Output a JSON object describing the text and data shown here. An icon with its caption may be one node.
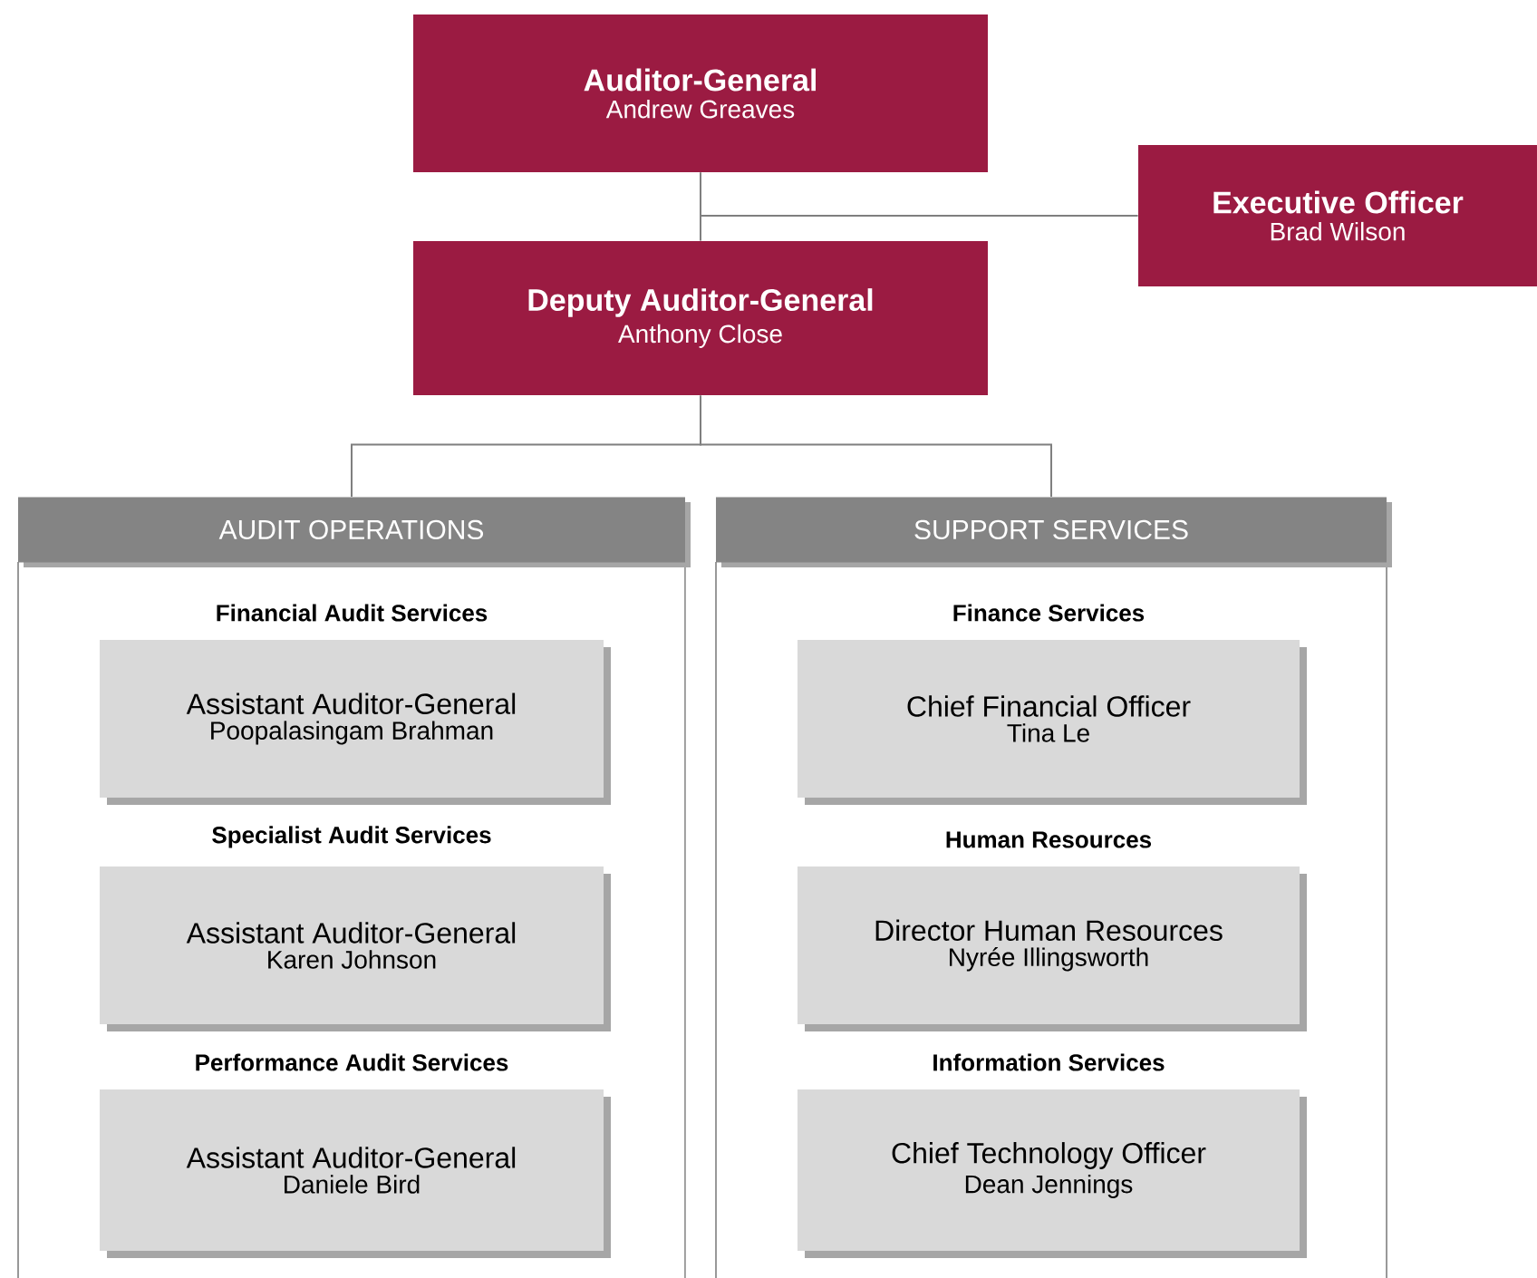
{
  "diagram": {
    "nodes": [
      {
        "text": [
          "Auditor-General",
          "Andrew Greaves"
        ]
      },
      {
        "text": [
          "Executive Officer",
          "Brad Wilson"
        ]
      },
      {
        "text": [
          "Deputy Auditor-General",
          "Anthony Close"
        ]
      },
      {
        "text": [
          "AUDIT OPERATIONS"
        ]
      },
      {
        "text": [
          "Financial Audit Services",
          "Assistant Auditor-General",
          "Poopalasingam Brahman"
        ],
        "in": 3
      },
      {
        "text": [
          "Specialist Audit Services",
          "Assistant Auditor-General",
          "Karen Johnson"
        ],
        "in": 3
      },
      {
        "text": [
          "Performance Audit Services",
          "Assistant Auditor-General",
          "Daniele Bird"
        ],
        "in": 3
      },
      {
        "text": [
          "SUPPORT SERVICES"
        ]
      },
      {
        "text": [
          "Finance Services",
          "Chief Financial Officer",
          "Tina Le"
        ],
        "in": 7
      },
      {
        "text": [
          "Human Resources",
          "Director Human Resources",
          "Nyrée Illingsworth"
        ],
        "in": 7
      },
      {
        "text": [
          "Information Services",
          "Chief Technology Officer",
          "Dean Jennings"
        ],
        "in": 7
      }
    ],
    "edges": [
      {
        "from": 0,
        "to": 2,
        "arrow": "none"
      },
      {
        "from": 0,
        "to": 1,
        "arrow": "none"
      },
      {
        "from": 2,
        "to": 3,
        "arrow": "none"
      },
      {
        "from": 2,
        "to": 7,
        "arrow": "none"
      }
    ]
  }
}
